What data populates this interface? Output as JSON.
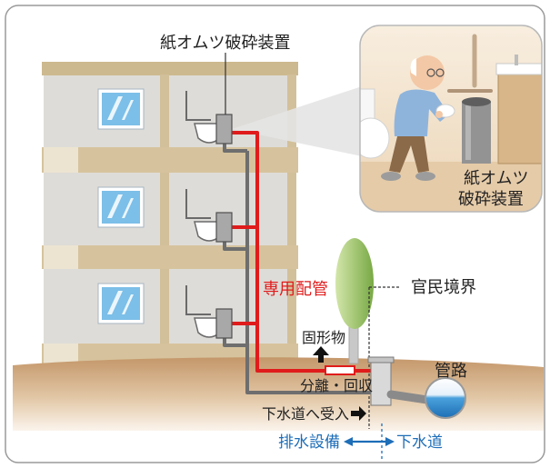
{
  "diagram": {
    "device_label": "紙オムツ破砕装置",
    "inset_label_line1": "紙オムツ",
    "inset_label_line2": "破砕装置",
    "dedicated_pipe_label": "専用配管",
    "boundary_label": "官民境界",
    "solids_label": "固形物",
    "separation_label": "分離・回収",
    "sewer_intake_label": "下水道へ受入",
    "pipeline_label": "管路",
    "drainage_facility_label": "排水設備",
    "sewer_label": "下水道"
  },
  "icons": {
    "solids_arrow": "arrow-up-icon",
    "intake_arrow": "arrow-right-icon",
    "boundary_arrow": "double-arrow-icon",
    "sewer_pipe": "pipe-cross-section-icon"
  },
  "colors": {
    "dedicated_pipe": "#e01b1b",
    "sewer_blue": "#1e6eb8",
    "drain_pipe": "#6e6e6e",
    "tree": "#8fbd5a",
    "ground": "#c79c6e"
  }
}
